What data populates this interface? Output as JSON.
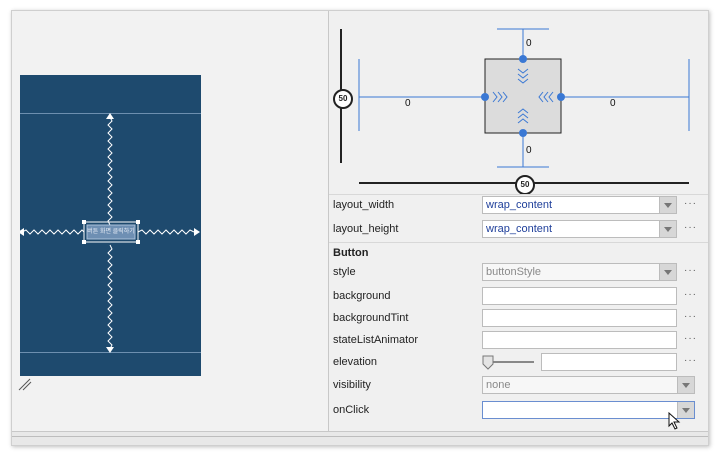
{
  "inspector": {
    "margin_top": "0",
    "margin_bottom": "0",
    "margin_left": "0",
    "margin_right": "0",
    "vertical_bias": "50",
    "horizontal_bias": "50"
  },
  "preview": {
    "button_text": "버튼 화면 클릭하기"
  },
  "attributes": [
    {
      "label": "layout_width",
      "value": "wrap_content",
      "style": "blue",
      "dropdown": true
    },
    {
      "label": "layout_height",
      "value": "wrap_content",
      "style": "blue",
      "dropdown": true
    }
  ],
  "section_title": "Button",
  "button_attributes": [
    {
      "label": "style",
      "value": "buttonStyle",
      "style": "gray",
      "dropdown": true
    },
    {
      "label": "background",
      "value": "",
      "style": "plain",
      "dropdown": false
    },
    {
      "label": "backgroundTint",
      "value": "",
      "style": "plain",
      "dropdown": false
    },
    {
      "label": "stateListAnimator",
      "value": "",
      "style": "plain",
      "dropdown": false
    },
    {
      "label": "elevation",
      "value": "",
      "style": "plain",
      "dropdown": false
    },
    {
      "label": "visibility",
      "value": "none",
      "style": "gray",
      "dropdown": true
    },
    {
      "label": "onClick",
      "value": "",
      "style": "active",
      "dropdown": true
    }
  ],
  "ellipsis": "···",
  "colors": {
    "device_bg": "#1e4a6e",
    "accent_blue": "#3a78d4",
    "value_blue": "#1f3f9a"
  }
}
